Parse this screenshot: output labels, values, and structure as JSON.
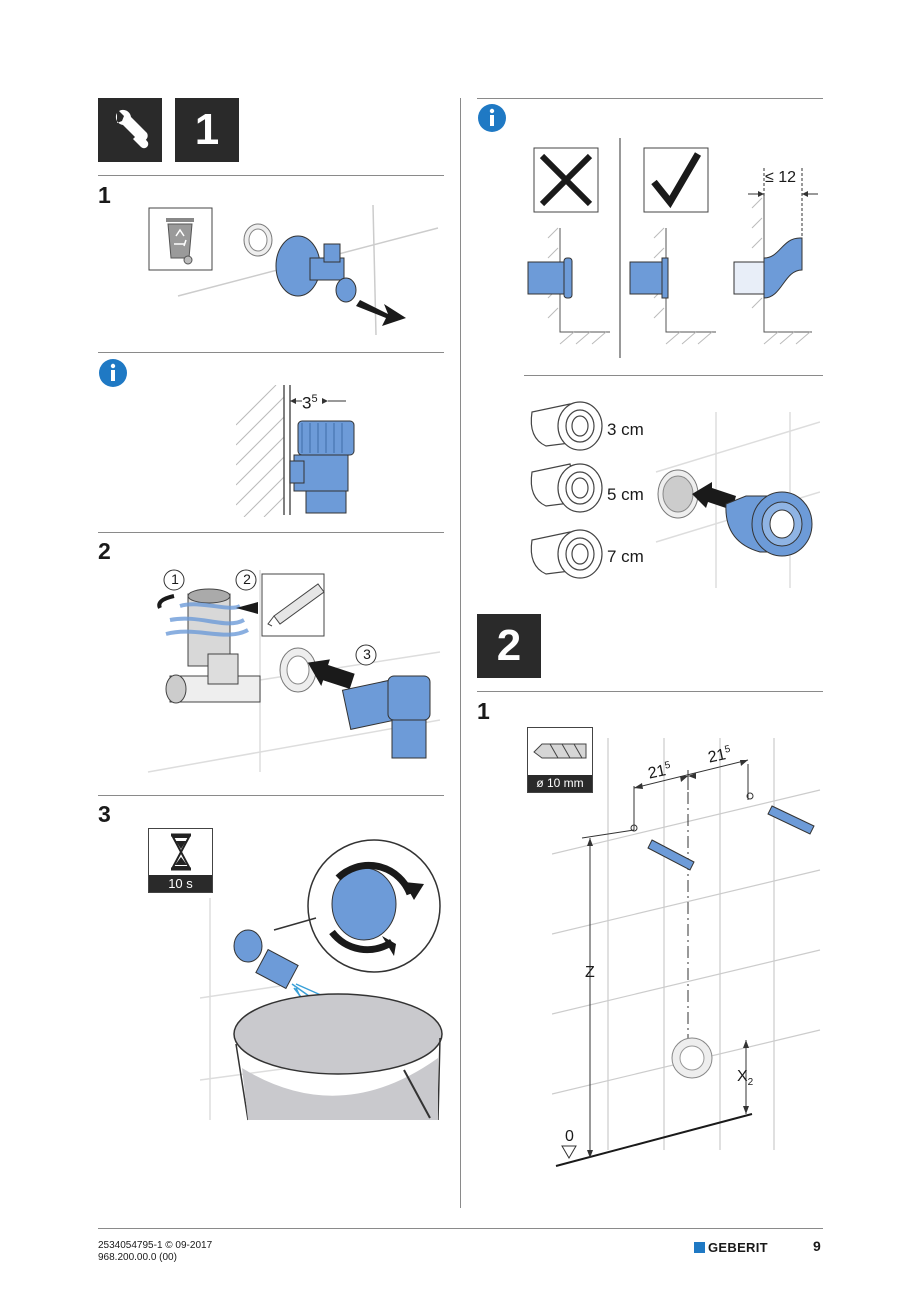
{
  "left": {
    "header_badge": "1",
    "steps": [
      {
        "num": "1"
      },
      {
        "num": "2",
        "callouts": [
          "1",
          "2",
          "3"
        ]
      },
      {
        "num": "3",
        "timer_label": "10 s"
      }
    ],
    "info_dimension_base": "3",
    "info_dimension_sup": "5"
  },
  "right": {
    "fitting_sizes": [
      "3 cm",
      "5 cm",
      "7 cm"
    ],
    "gap_label": "≤ 12",
    "section_badge": "2",
    "step_num": "1",
    "drill_label": "ø 10 mm",
    "dim_base": "21",
    "dim_sup": "5",
    "z_label": "Z",
    "x_label": "X",
    "x_sub": "2",
    "zero_label": "0"
  },
  "footer": {
    "doc_line1": "2534054795-1 © 09-2017",
    "doc_line2": "968.200.00.0 (00)",
    "brand": "GEBERIT",
    "page": "9"
  },
  "colors": {
    "accent_blue": "#6d9bd8",
    "info_blue": "#1f79c4",
    "dark": "#2a2a2a"
  }
}
